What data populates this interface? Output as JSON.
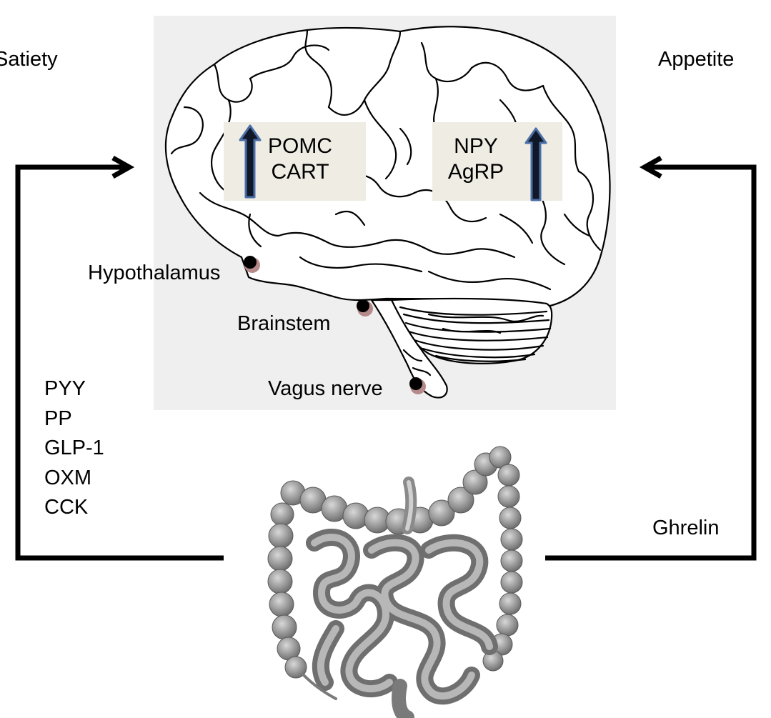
{
  "labels": {
    "satiety": "Satiety",
    "appetite": "Appetite",
    "hypothalamus": "Hypothalamus",
    "brainstem": "Brainstem",
    "vagus": "Vagus nerve",
    "ghrelin": "Ghrelin"
  },
  "left_box": {
    "line1": "POMC",
    "line2": "CART"
  },
  "right_box": {
    "line1": "NPY",
    "line2": "AgRP"
  },
  "satiety_hormones": [
    "PYY",
    "PP",
    "GLP-1",
    "OXM",
    "CCK"
  ],
  "colors": {
    "panel_bg": "#efefef",
    "box_bg": "#eeece3",
    "arrow_fill": "#101828",
    "arrow_outline": "#4a6ea5",
    "feedback_line": "#000000",
    "marker_shadow": "#b48a8a"
  },
  "icons": [
    "brain-icon",
    "intestines-icon",
    "up-arrow-icon"
  ]
}
